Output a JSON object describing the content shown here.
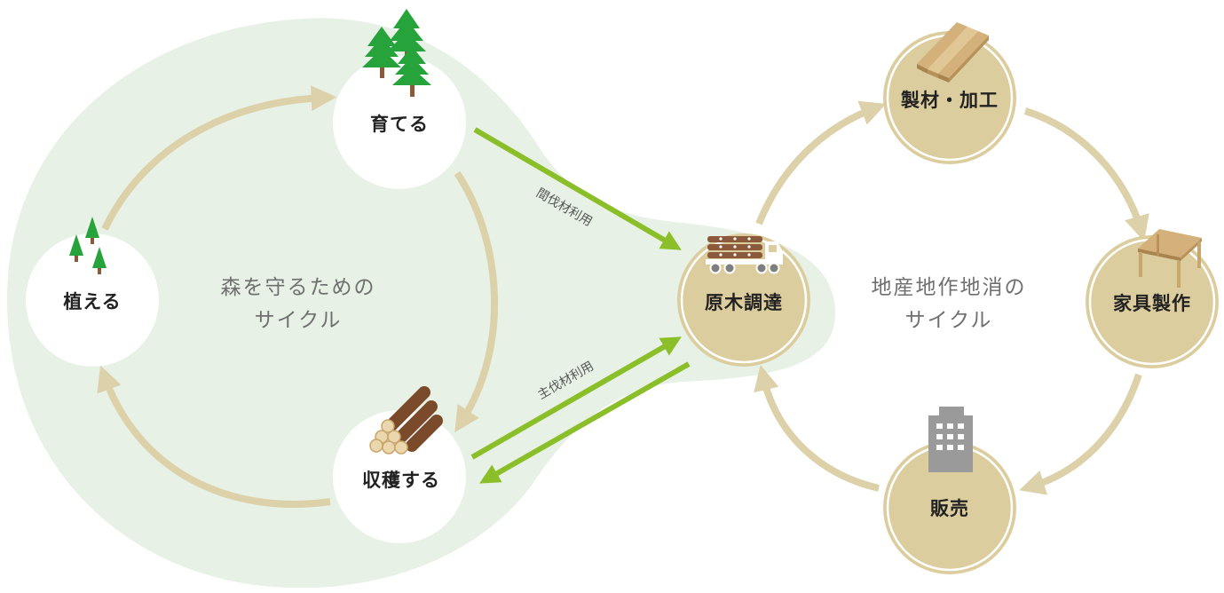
{
  "diagram": {
    "forest_cycle": {
      "title_line1": "森を守るための",
      "title_line2": "サイクル"
    },
    "local_cycle": {
      "title_line1": "地産地作地消の",
      "title_line2": "サイクル"
    },
    "nodes": {
      "grow": "育てる",
      "plant": "植える",
      "harvest": "収穫する",
      "procure": "原木調達",
      "process": "製材・加工",
      "furniture": "家具製作",
      "sell": "販売"
    },
    "flows": {
      "thinning": "間伐材利用",
      "main_timber": "主伐材利用"
    },
    "icons": {
      "grow": "trees-icon",
      "plant": "saplings-icon",
      "harvest": "logs-icon",
      "procure": "log-truck-icon",
      "process": "lumber-boards-icon",
      "furniture": "table-icon",
      "sell": "building-icon"
    },
    "colors": {
      "forest_area": "#e7f1e6",
      "cycle_arrow": "#ddd1aa",
      "green_arrow": "#8bbf2a",
      "wood_circle": "#dccd9e",
      "tree_green": "#26a33a",
      "log_brown": "#8a5a3a",
      "building_gray": "#9a9a9a"
    }
  }
}
